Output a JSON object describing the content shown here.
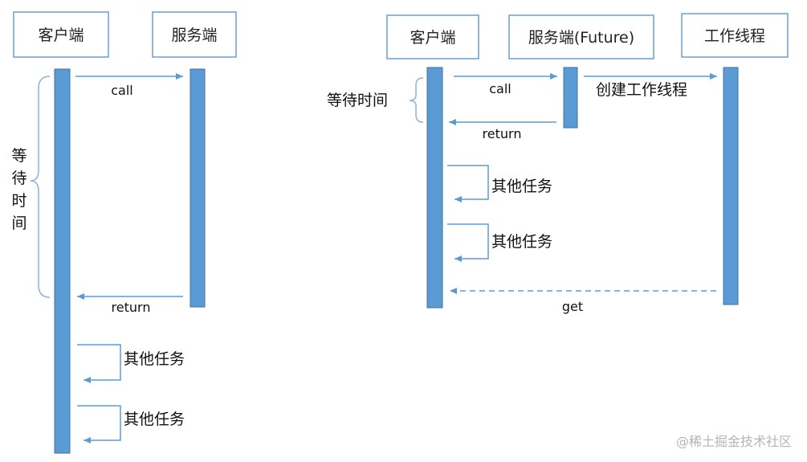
{
  "left": {
    "client": "客户端",
    "server": "服务端",
    "call": "call",
    "ret": "return",
    "wait": [
      "等",
      "待",
      "时",
      "间"
    ],
    "other1": "其他任务",
    "other2": "其他任务"
  },
  "right": {
    "client": "客户端",
    "server": "服务端(Future)",
    "worker": "工作线程",
    "call": "call",
    "create": "创建工作线程",
    "ret": "return",
    "wait": "等待时间",
    "other1": "其他任务",
    "other2": "其他任务",
    "get": "get"
  },
  "watermark": "@稀土掘金技术社区",
  "colors": {
    "lifeline": "#5b9bd5",
    "arrow": "#5b9bd5",
    "box_border": "#6a9fd4"
  }
}
